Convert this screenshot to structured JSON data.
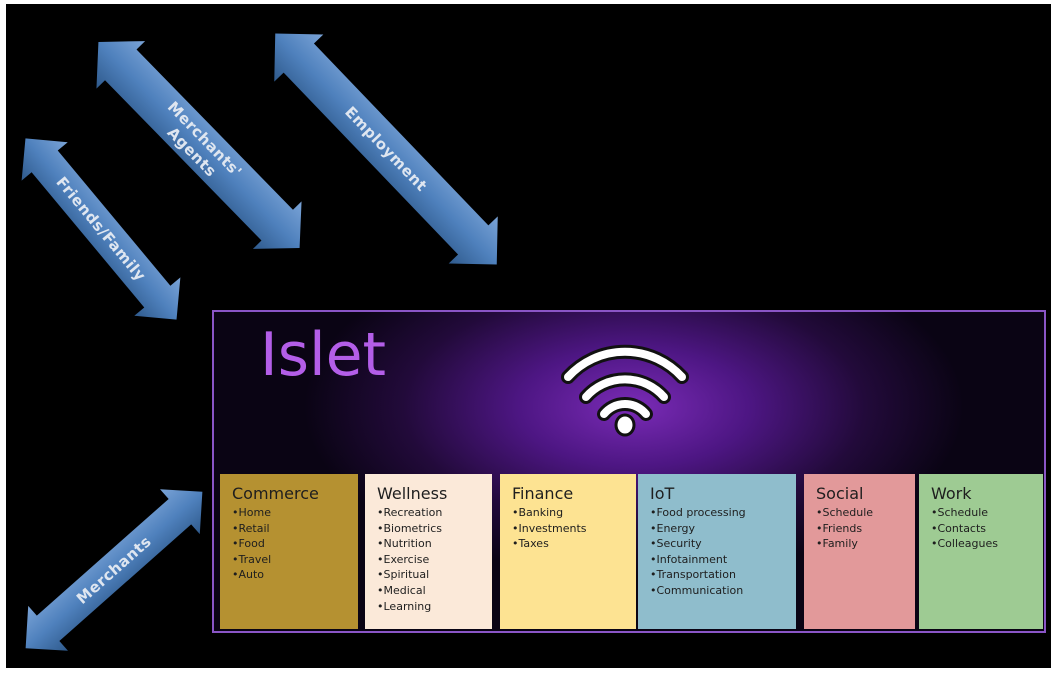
{
  "arrows": {
    "friends_family": "Friends/Family",
    "merchants_agents_line1": "Merchants'",
    "merchants_agents_line2": "Agents",
    "employment": "Employment",
    "merchants": "Merchants"
  },
  "islet": {
    "title": "Islet",
    "icon": "wifi-icon"
  },
  "cards": {
    "commerce": {
      "title": "Commerce",
      "items": [
        "Home",
        "Retail",
        "Food",
        "Travel",
        "Auto"
      ]
    },
    "wellness": {
      "title": "Wellness",
      "items": [
        "Recreation",
        "Biometrics",
        "Nutrition",
        "Exercise",
        "Spiritual",
        "Medical",
        "Learning"
      ]
    },
    "finance": {
      "title": "Finance",
      "items": [
        "Banking",
        "Investments",
        "Taxes"
      ]
    },
    "iot": {
      "title": "IoT",
      "items": [
        "Food processing",
        "Energy",
        "Security",
        "Infotainment",
        "Transportation",
        "Communication"
      ]
    },
    "social": {
      "title": "Social",
      "items": [
        "Schedule",
        "Friends",
        "Family"
      ]
    },
    "work": {
      "title": "Work",
      "items": [
        "Schedule",
        "Contacts",
        "Colleagues"
      ]
    }
  },
  "colors": {
    "background": "#000000",
    "arrow_fill": "#4f81bd",
    "islet_border": "#8a55c6",
    "islet_glow": "#7a2bb6",
    "islet_title": "#b35ee8",
    "commerce": "#b59131",
    "wellness": "#fbe9d9",
    "finance": "#fde392",
    "iot": "#8fbdcc",
    "social": "#e2999a",
    "work": "#9ecb93"
  }
}
